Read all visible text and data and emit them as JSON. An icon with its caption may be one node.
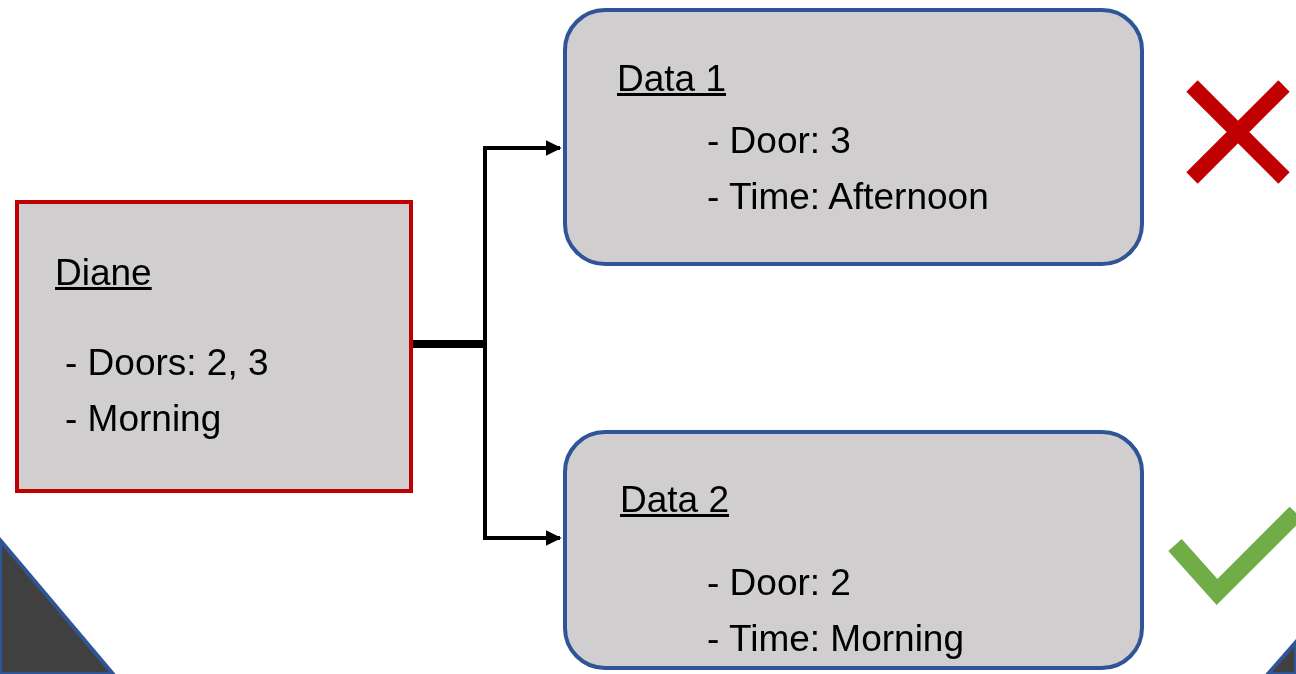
{
  "diagram": {
    "nodes": [
      {
        "text": [
          "Diane",
          "- Doors:  2, 3",
          "- Morning"
        ]
      },
      {
        "text": [
          "Data 1",
          "- Door: 3",
          "- Time: Afternoon"
        ]
      },
      {
        "text": [
          "Data 2",
          "- Door: 2",
          "- Time: Morning"
        ]
      }
    ],
    "edges": [
      {
        "from": 0,
        "to": 1,
        "arrow": "to"
      },
      {
        "from": 0,
        "to": 2,
        "arrow": "to"
      }
    ]
  }
}
